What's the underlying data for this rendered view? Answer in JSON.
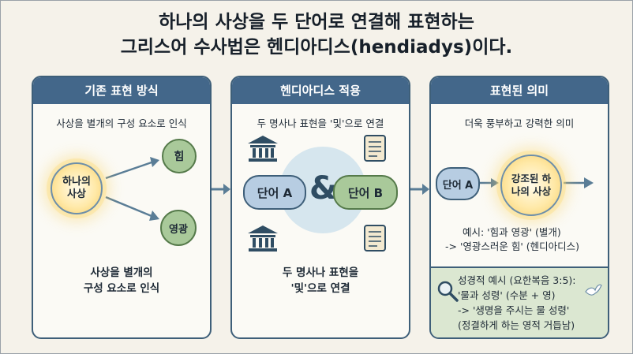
{
  "title": {
    "line1": "하나의 사상을 두 단어로 연결해 표현하는",
    "line2": "그리스어 수사법은 헨디아디스(hendiadys)이다."
  },
  "panels": [
    {
      "header": "기존 표현 방식",
      "subtitle": "사상을 별개의 구성 요소로 인식",
      "center_label": "하나의 사상",
      "node_top": "힘",
      "node_bottom": "영광",
      "caption_line1": "사상을 별개의",
      "caption_line2": "구성 요소로 인식"
    },
    {
      "header": "헨디아디스 적용",
      "subtitle": "두 명사나 표현을 '및'으로 연결",
      "word_a": "단어 A",
      "amp": "&",
      "word_b": "단어 B",
      "caption_line1": "두 명사나 표현을",
      "caption_line2": "'및'으로 연결"
    },
    {
      "header": "표현된 의미",
      "subtitle": "더욱 풍부하고 강력한 의미",
      "word_a": "단어 A",
      "center_label": "강조된 하나의 사상",
      "example_line1": "예시: '힘과 영광' (별개)",
      "example_line2": "-> '영광스러운 힘' (헨디아디스)",
      "bible_line1": "성경적 예시 (요한복음 3:5):",
      "bible_line2": "'물과 성령' (수분 + 영)",
      "bible_line3": "-> '생명을 주시는 물 성령'",
      "bible_line4": "(정결하게 하는 영적 거듭남)"
    }
  ],
  "icons": [
    "sun-icon",
    "arrow-icon",
    "temple-icon",
    "scroll-icon",
    "magnifier-icon",
    "dove-icon"
  ],
  "colors": {
    "panel_header": "#43678a",
    "panel_border": "#3e5f79",
    "green_node": "#a9c99a",
    "blue_pill": "#b7cde2",
    "sun_glow": "#f7cf6a",
    "example_box": "#dbe7d1"
  }
}
